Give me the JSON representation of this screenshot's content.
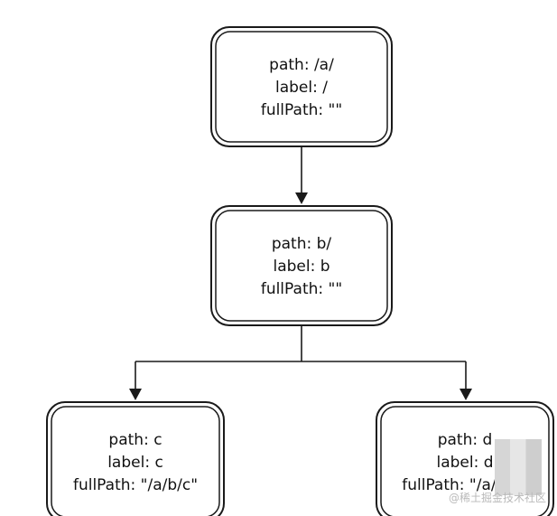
{
  "nodes": {
    "root": {
      "path": "path: /a/",
      "label": "label: /",
      "fullpath": "fullPath: \"\""
    },
    "middle": {
      "path": "path: b/",
      "label": "label: b",
      "fullpath": "fullPath: \"\""
    },
    "left_leaf": {
      "path": "path: c",
      "label": "label: c",
      "fullpath": "fullPath: \"/a/b/c\""
    },
    "right_leaf": {
      "path": "path: d",
      "label": "label: d",
      "fullpath": "fullPath: \"/a/b/d\""
    }
  },
  "watermark": "@稀土掘金技术社区"
}
